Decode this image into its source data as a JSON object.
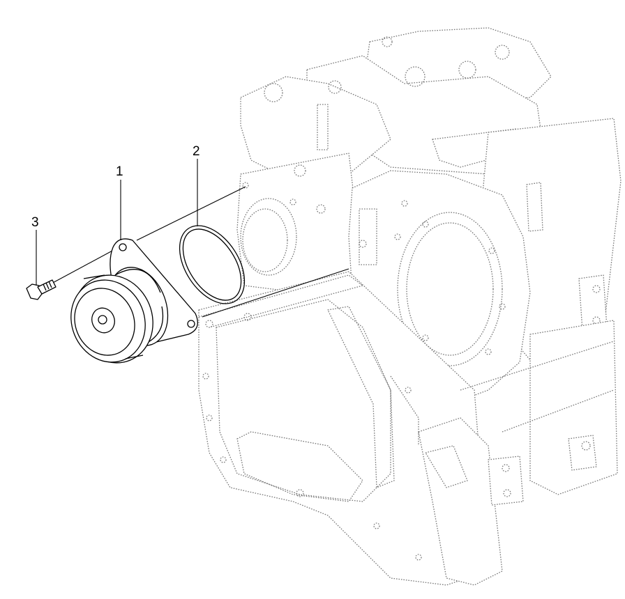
{
  "diagram": {
    "callouts": [
      {
        "id": "1",
        "label": "1",
        "part": "water-pump"
      },
      {
        "id": "2",
        "label": "2",
        "part": "gasket-ring"
      },
      {
        "id": "3",
        "label": "3",
        "part": "bolt"
      }
    ],
    "colors": {
      "part_line": "#000000",
      "engine_line": "#777777",
      "background": "#ffffff"
    }
  }
}
